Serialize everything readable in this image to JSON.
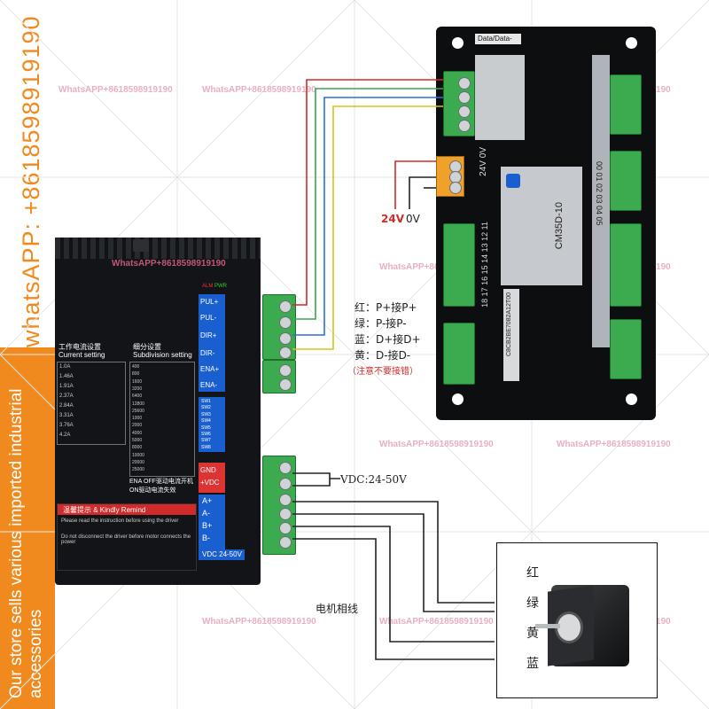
{
  "sidebar": {
    "phone_text": "whatsAPP: +8618598919190",
    "store_text": "Our store sells various imported industrial accessories"
  },
  "watermark": "WhatsAPP+8618598919190",
  "stepper": {
    "labels": {
      "alm": "ALM",
      "pwr": "PWR",
      "pul_plus": "PUL+",
      "pul_minus": "PUL-",
      "dir_plus": "DIR+",
      "dir_minus": "DIR-",
      "ena_plus": "ENA+",
      "ena_minus": "ENA-",
      "gnd": "GND",
      "vdc_plus": "+VDC",
      "a_plus": "A+",
      "a_minus": "A-",
      "b_plus": "B+",
      "b_minus": "B-",
      "vdc_range": "VDC 24-50V",
      "current_title_cn": "工作电流设置",
      "current_title": "Current setting",
      "subdiv_title_cn": "细分设置",
      "subdiv_title": "Subdivision setting",
      "ena_note": "ENA OFF驱动电流开机 ON驱动电流失效",
      "warning_title": "温馨提示 & Kindly Remind",
      "warning_line1": "Please read the instruction before using the driver",
      "warning_line2": "Do not disconnect the driver before motor connects the power"
    },
    "current_rows": [
      "1.0A",
      "1.46A",
      "1.91A",
      "2.37A",
      "2.84A",
      "3.31A",
      "3.76A",
      "4.2A"
    ],
    "subdiv_rows": [
      "400",
      "800",
      "1600",
      "3200",
      "6400",
      "12800",
      "25600",
      "1000",
      "2000",
      "4000",
      "5000",
      "8000",
      "10000",
      "20000",
      "25000"
    ],
    "sw_labels": [
      "SW1",
      "SW2",
      "SW3",
      "SW4",
      "SW5",
      "SW6",
      "SW7",
      "SW8"
    ]
  },
  "controller": {
    "top_label": "Data/Data-",
    "model": "CM35D-10",
    "side_label": "24V 0V",
    "pin_text": "18 17 16 15 14 13 12 11",
    "right_pin_text": "00 01 02 03 04 05",
    "serial": "C8CB2BE7082A12T00"
  },
  "wiring": {
    "voltage_24v": "24V",
    "voltage_0v": "0V",
    "map_lines": [
      "红：P+接P+",
      "绿：P-接P-",
      "蓝：D+接D+",
      "黄：D-接D-"
    ],
    "warning_note": "（注意不要接错）",
    "vdc_label": "VDC:24-50V",
    "motor_phase_label": "电机相线",
    "motor_wires": [
      "红",
      "绿",
      "黄",
      "蓝"
    ]
  },
  "colors": {
    "orange": "#f08a1e",
    "blue_panel": "#1a5fd0",
    "terminal_green": "#3caa4f",
    "wire_red": "#d12a2a",
    "wire_green": "#3aa54a",
    "wire_blue": "#2b6fd6",
    "wire_yellow": "#d8c21a",
    "wire_black": "#222222"
  }
}
